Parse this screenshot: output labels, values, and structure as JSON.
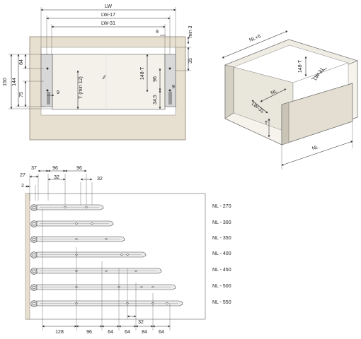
{
  "front_view": {
    "dims_top": [
      "LW",
      "LW-17",
      "LW-31"
    ],
    "dims_left": [
      "150",
      "144",
      "64",
      "75",
      "9"
    ],
    "dims_right": [
      "9",
      "min 3",
      "35"
    ],
    "inner_labels": [
      "T (min 12)",
      "148-T",
      "96",
      "34,5",
      "9"
    ]
  },
  "iso_view": {
    "labels": [
      "NL+5",
      "148-T",
      "LW-31",
      "NL",
      "LW-31",
      "T",
      "NL"
    ]
  },
  "rail_chart": {
    "top_dims": [
      "37",
      "96",
      "96",
      "27",
      "32",
      "32",
      "2"
    ],
    "rows": [
      "NL - 270",
      "NL - 300",
      "NL - 350",
      "NL - 400",
      "NL - 450",
      "NL - 500",
      "NL - 550"
    ],
    "bottom_dims": [
      "128",
      "96",
      "64",
      "64",
      "32",
      "84",
      "64"
    ]
  }
}
